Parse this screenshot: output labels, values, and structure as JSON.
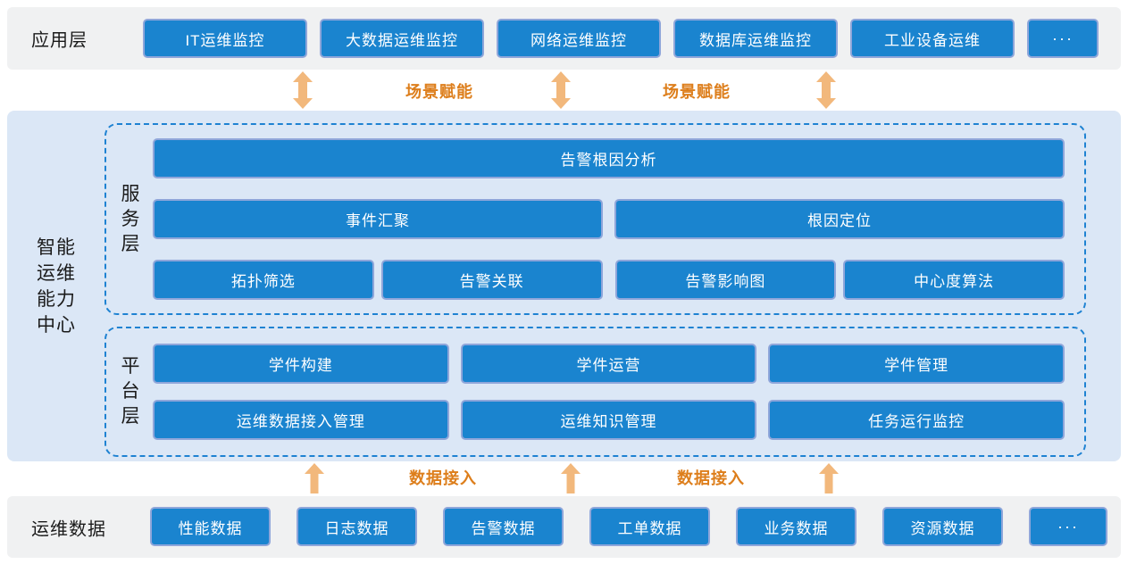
{
  "colors": {
    "box_blue": "#1a84cf",
    "box_border": "#8fa6da",
    "band_gray": "#f0f1f2",
    "band_blue": "#dbe7f6",
    "dash_blue": "#1e82d2",
    "arrow_orange": "#f2b87c",
    "orange_text": "#dd7e1b",
    "text_dark": "#1a1a1a"
  },
  "app_layer": {
    "label": "应用层",
    "items": [
      "IT运维监控",
      "大数据运维监控",
      "网络运维监控",
      "数据库运维监控",
      "工业设备运维",
      "···"
    ]
  },
  "scene_arrows": {
    "labels": [
      "场景赋能",
      "场景赋能"
    ]
  },
  "center": {
    "label_lines": [
      "智能",
      "运维",
      "能力",
      "中心"
    ],
    "service_layer": {
      "label_chars": [
        "服",
        "务",
        "层"
      ],
      "row1": [
        "告警根因分析"
      ],
      "row2": [
        "事件汇聚",
        "根因定位"
      ],
      "row3": [
        "拓扑筛选",
        "告警关联",
        "告警影响图",
        "中心度算法"
      ]
    },
    "platform_layer": {
      "label_chars": [
        "平",
        "台",
        "层"
      ],
      "row1": [
        "学件构建",
        "学件运营",
        "学件管理"
      ],
      "row2": [
        "运维数据接入管理",
        "运维知识管理",
        "任务运行监控"
      ]
    }
  },
  "data_arrows": {
    "labels": [
      "数据接入",
      "数据接入"
    ]
  },
  "data_layer": {
    "label": "运维数据",
    "items": [
      "性能数据",
      "日志数据",
      "告警数据",
      "工单数据",
      "业务数据",
      "资源数据",
      "···"
    ]
  }
}
